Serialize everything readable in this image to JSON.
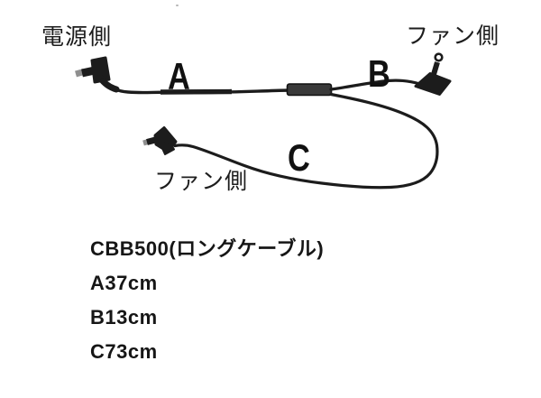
{
  "diagram": {
    "power_side_label": "電源側",
    "fan_side_top_label": "ファン側",
    "fan_side_mid_label": "ファン側",
    "segment_a": "A",
    "segment_b": "B",
    "segment_c": "C",
    "cable_color": "#1c1c1c",
    "connector_color": "#1c1c1c",
    "metal_tip_color": "#8f8f8f",
    "splitter_color": "#3a3a3a"
  },
  "specs": {
    "model_line": "CBB500(ロングケーブル)",
    "length_a": "A37cm",
    "length_b": "B13cm",
    "length_c": "C73cm"
  }
}
